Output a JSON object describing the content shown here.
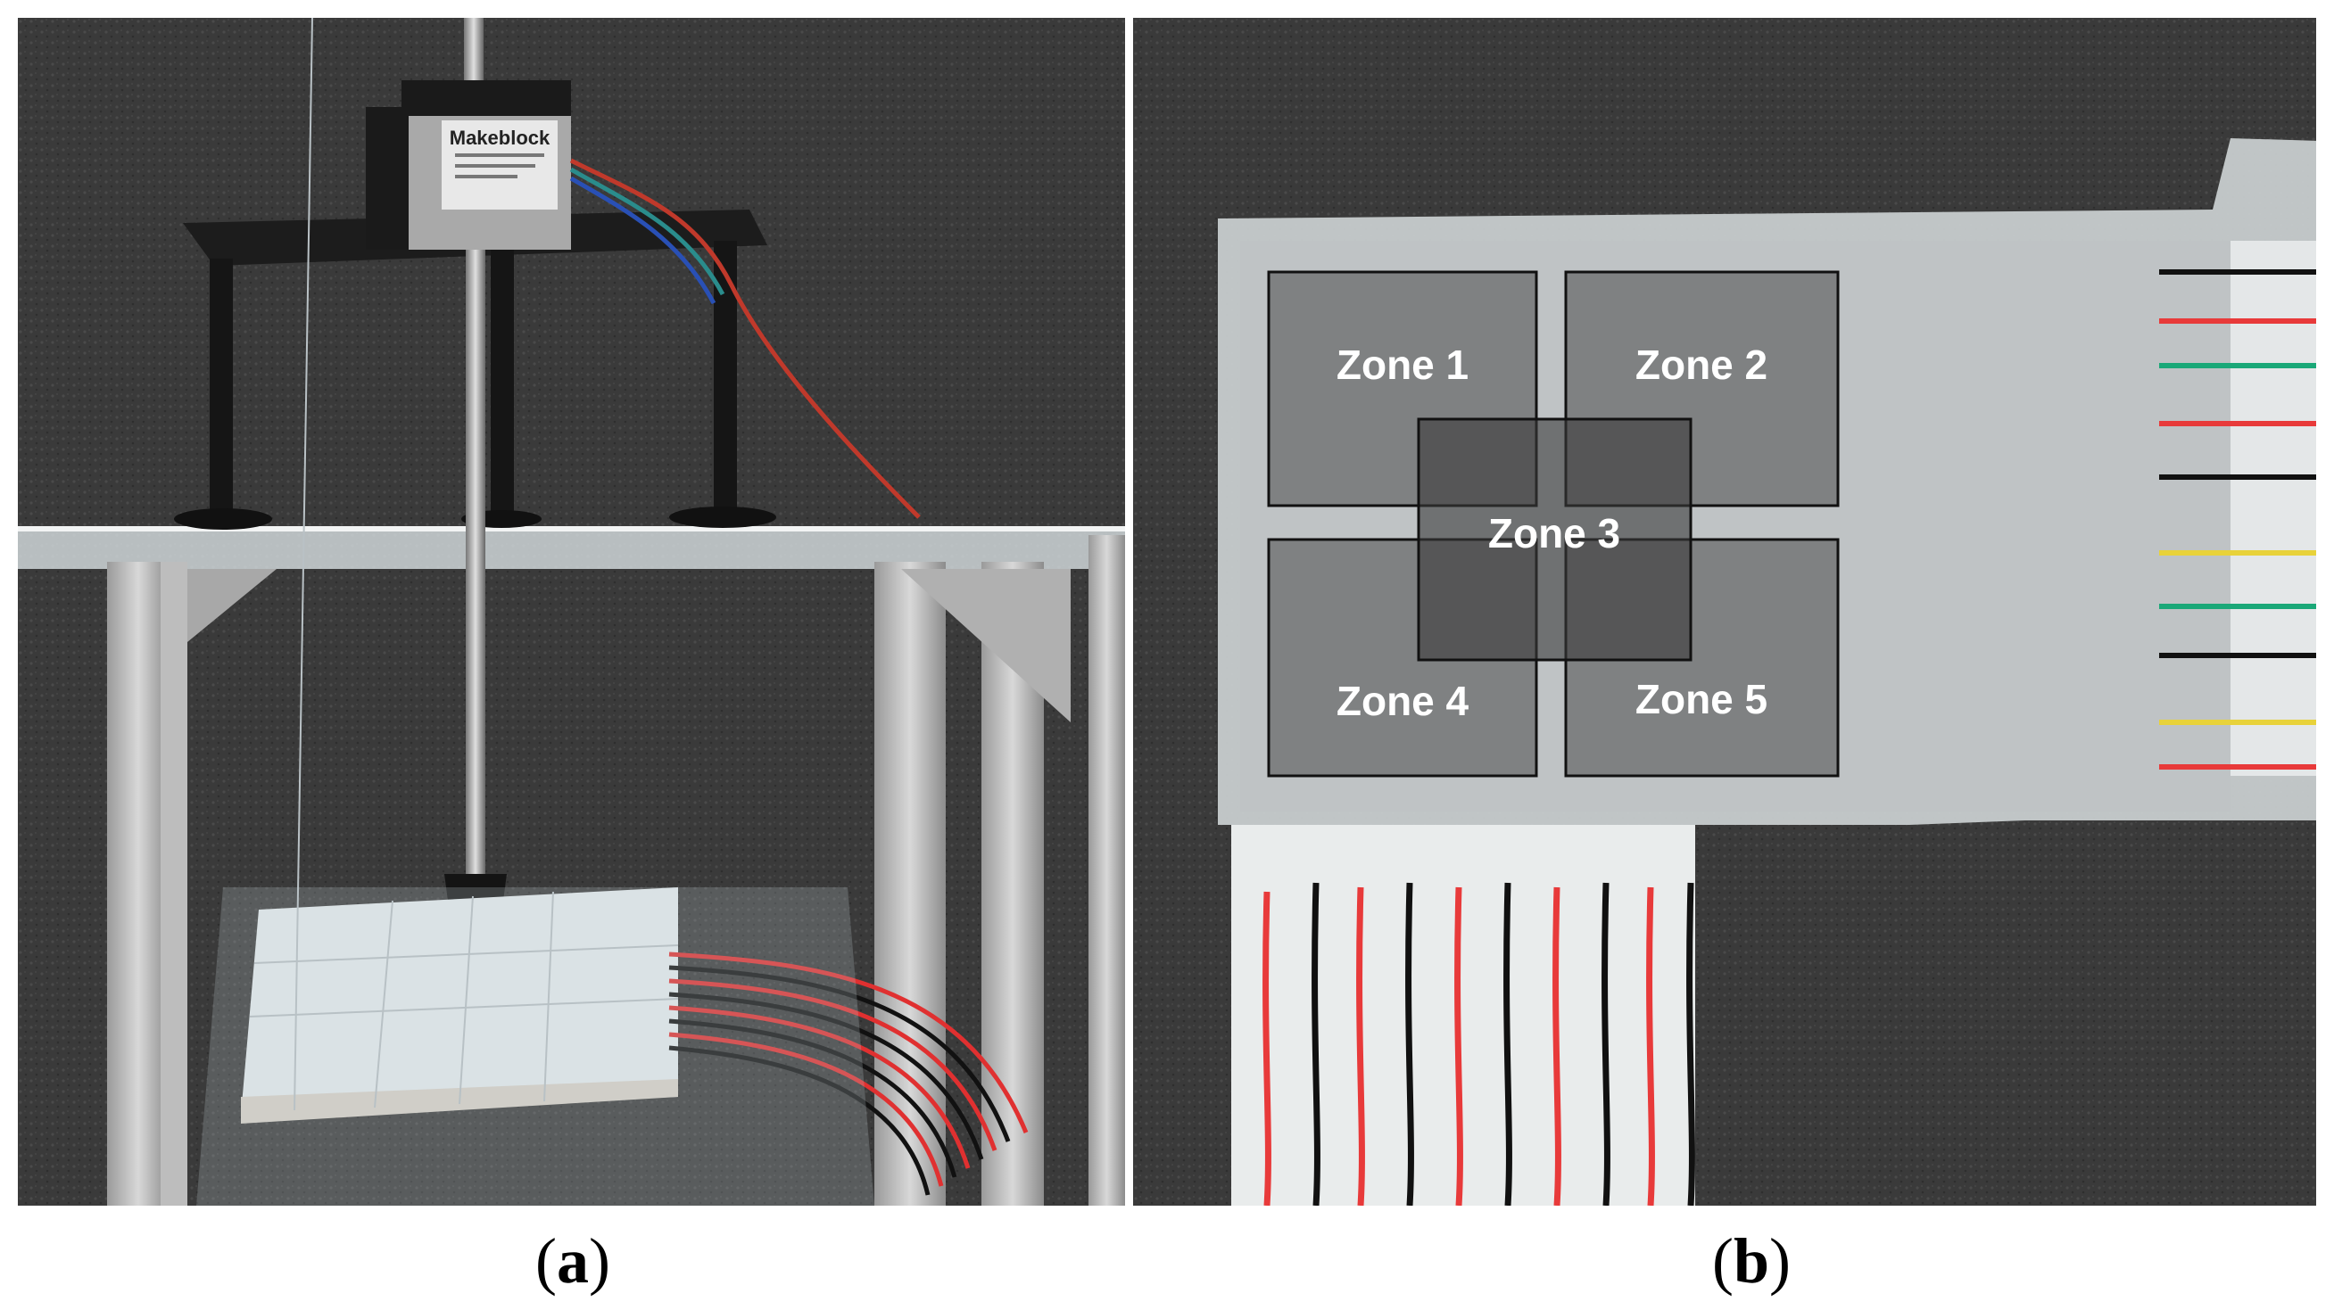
{
  "figure": {
    "panel_a": {
      "caption_open": "(",
      "caption_letter": "a",
      "caption_close": ")",
      "motor_brand": "Makeblock"
    },
    "panel_b": {
      "caption_open": "(",
      "caption_letter": "b",
      "caption_close": ")",
      "zones": [
        "Zone 1",
        "Zone 2",
        "Zone 3",
        "Zone 4",
        "Zone 5"
      ]
    }
  }
}
